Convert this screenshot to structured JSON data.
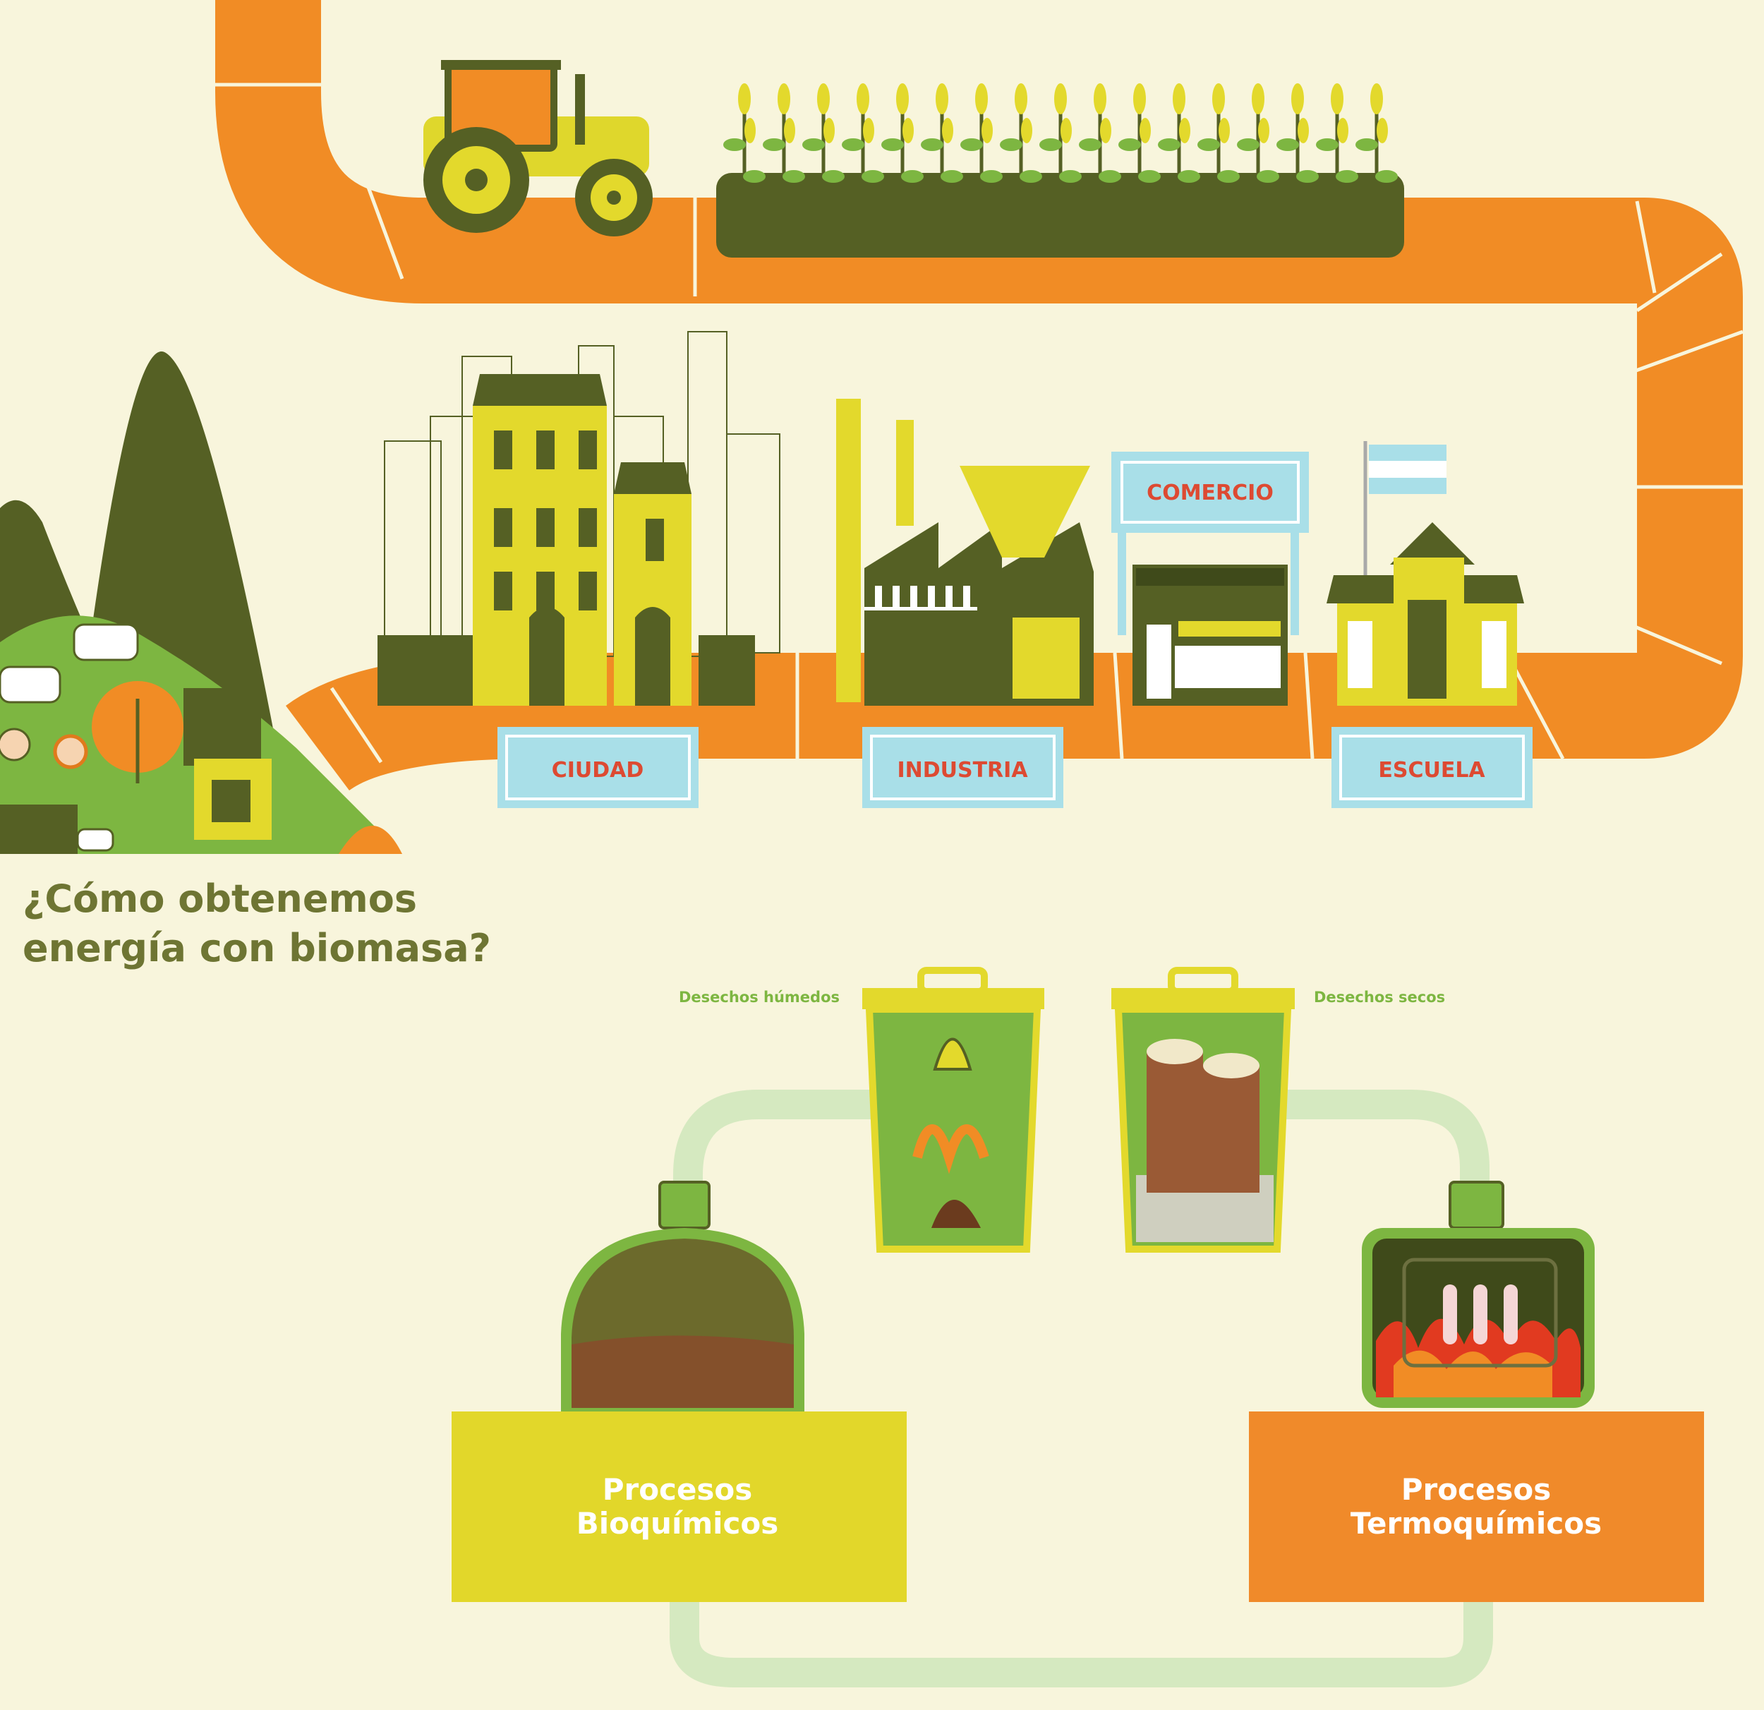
{
  "colors": {
    "background": "#f8f5dc",
    "road": "#f18c25",
    "road_dark": "#e07a1c",
    "olive": "#556024",
    "yellow": "#e3d92c",
    "green": "#7db641",
    "sign_blue": "#a9dfe8",
    "sign_red": "#dd4a32",
    "pipe": "#d5e9c0",
    "procesos_bio": "#e2d72a",
    "procesos_termo": "#f08a2a",
    "title_text": "#6e7533"
  },
  "icons": [
    "tractor-icon",
    "corn-field-icon",
    "mountain-farm-icon",
    "cow-icon",
    "child-icon",
    "building-icon",
    "factory-icon",
    "shop-icon",
    "school-icon",
    "flag-icon",
    "bin-icon",
    "banana-peel-icon",
    "log-icon",
    "digester-icon",
    "furnace-icon",
    "fire-icon"
  ],
  "signs": {
    "ciudad": "CIUDAD",
    "industria": "INDUSTRIA",
    "comercio": "COMERCIO",
    "escuela": "ESCUELA"
  },
  "title": {
    "line1": "¿Cómo obtenemos",
    "line2": "energía con biomasa?"
  },
  "bins": {
    "wet_label": "Desechos húmedos",
    "dry_label": "Desechos secos"
  },
  "processes": {
    "bio_line1": "Procesos",
    "bio_line2": "Bioquímicos",
    "termo_line1": "Procesos",
    "termo_line2": "Termoquímicos"
  }
}
